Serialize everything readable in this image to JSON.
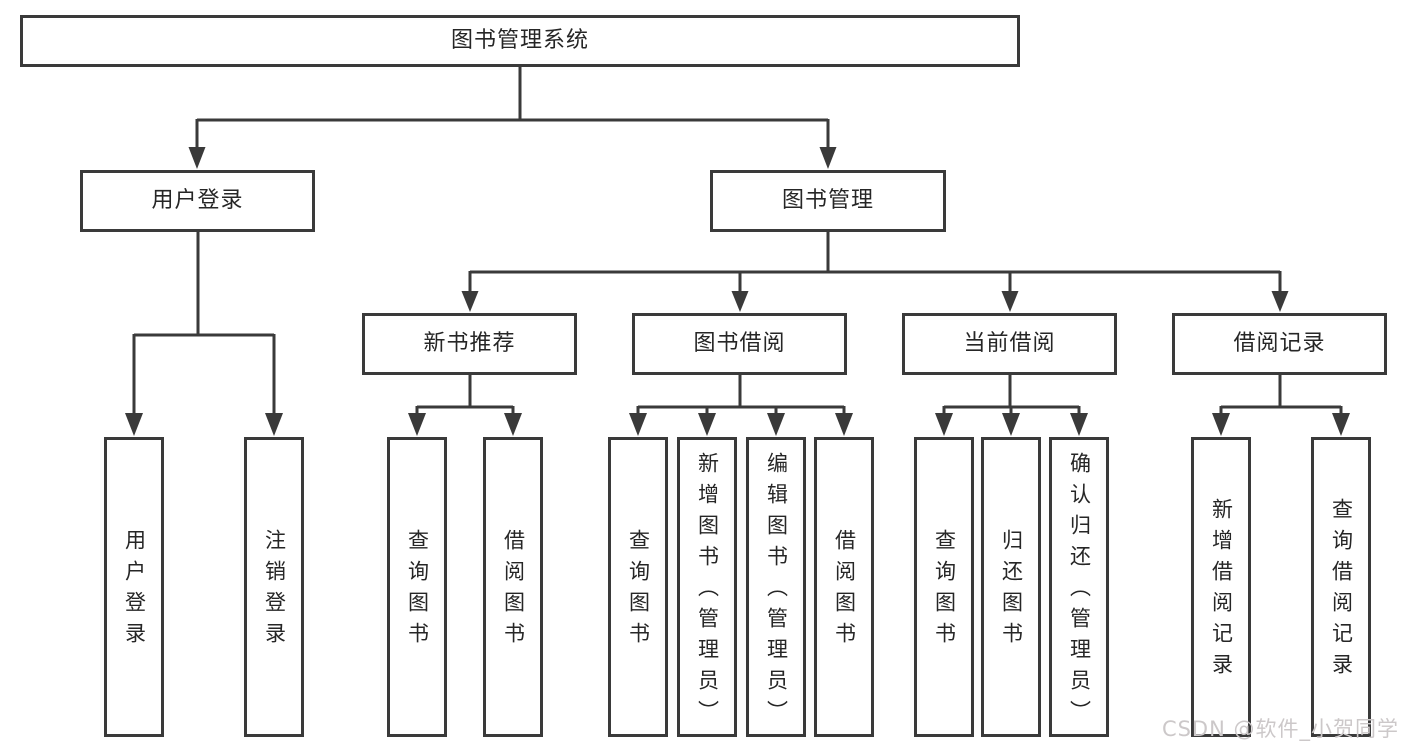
{
  "tree": {
    "label": "图书管理系统",
    "children": [
      {
        "label": "用户登录",
        "children": [
          {
            "label": "用户登录"
          },
          {
            "label": "注销登录"
          }
        ]
      },
      {
        "label": "图书管理",
        "children": [
          {
            "label": "新书推荐",
            "children": [
              {
                "label": "查询图书"
              },
              {
                "label": "借阅图书"
              }
            ]
          },
          {
            "label": "图书借阅",
            "children": [
              {
                "label": "查询图书"
              },
              {
                "label": "新增图书（管理员）"
              },
              {
                "label": "编辑图书（管理员）"
              },
              {
                "label": "借阅图书"
              }
            ]
          },
          {
            "label": "当前借阅",
            "children": [
              {
                "label": "查询图书"
              },
              {
                "label": "归还图书"
              },
              {
                "label": "确认归还（管理员）"
              }
            ]
          },
          {
            "label": "借阅记录",
            "children": [
              {
                "label": "新增借阅记录"
              },
              {
                "label": "查询借阅记录"
              }
            ]
          }
        ]
      }
    ]
  },
  "watermark": {
    "text": "CSDN @软件_小贺同学"
  },
  "colors": {
    "line": "#3a3a3a",
    "text": "#262626",
    "watermark": "#ccc8c9"
  }
}
